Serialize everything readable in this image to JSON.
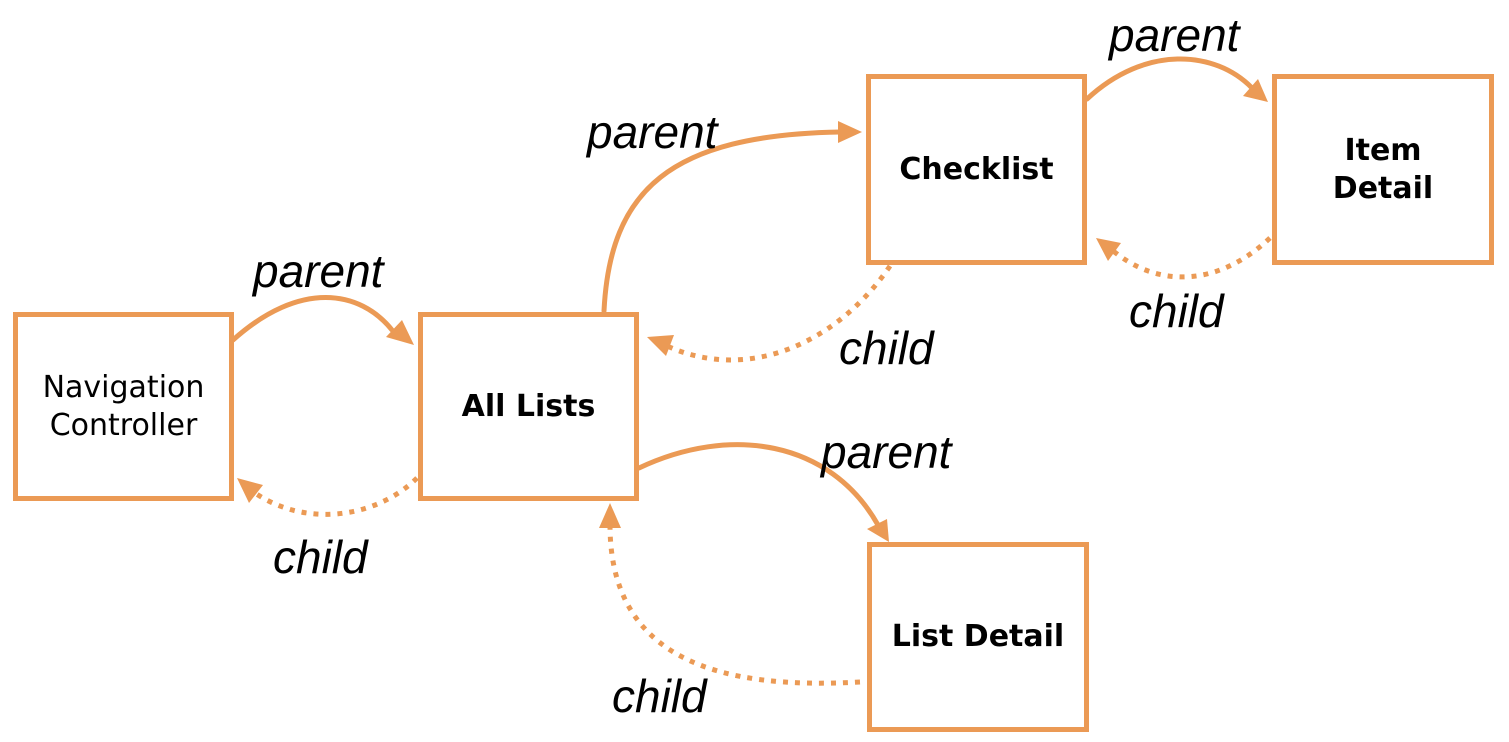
{
  "theme": {
    "accent": "#eb9a55",
    "background": "#ffffff",
    "text": "#000000"
  },
  "nodes": {
    "navigation_controller": "Navigation\nController",
    "all_lists": "All Lists",
    "checklist": "Checklist",
    "item_detail": "Item\nDetail",
    "list_detail": "List Detail"
  },
  "edges": [
    {
      "from": "Navigation Controller",
      "to": "All Lists",
      "label": "parent",
      "style": "solid"
    },
    {
      "from": "All Lists",
      "to": "Navigation Controller",
      "label": "child",
      "style": "dotted"
    },
    {
      "from": "All Lists",
      "to": "Checklist",
      "label": "parent",
      "style": "solid"
    },
    {
      "from": "Checklist",
      "to": "All Lists",
      "label": "child",
      "style": "dotted"
    },
    {
      "from": "Checklist",
      "to": "Item Detail",
      "label": "parent",
      "style": "solid"
    },
    {
      "from": "Item Detail",
      "to": "Checklist",
      "label": "child",
      "style": "dotted"
    },
    {
      "from": "All Lists",
      "to": "List Detail",
      "label": "parent",
      "style": "solid"
    },
    {
      "from": "List Detail",
      "to": "All Lists",
      "label": "child",
      "style": "dotted"
    }
  ]
}
